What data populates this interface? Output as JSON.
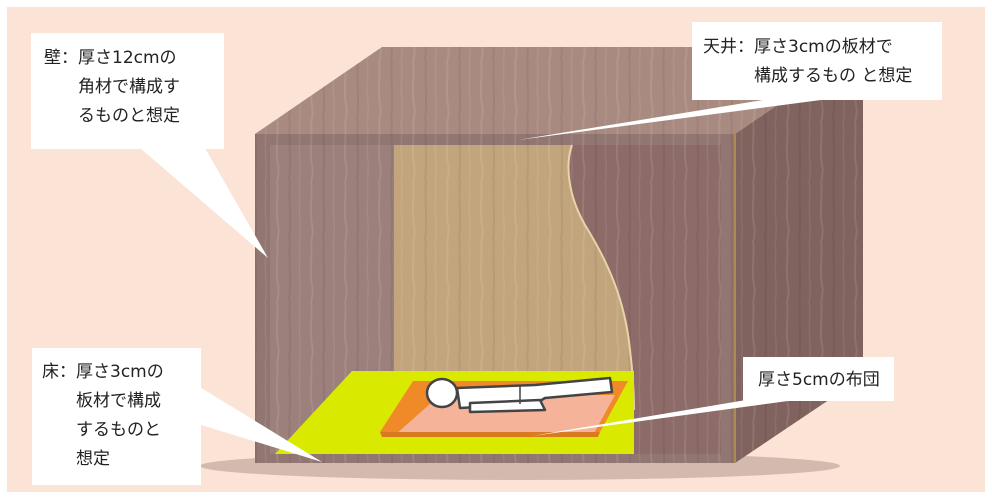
{
  "colors": {
    "background": "#fbe3d6",
    "box_outer": "#927672",
    "box_top": "#a88a80",
    "box_side": "#80625e",
    "inner_back": "#8c6b68",
    "inner_left_wall": "#9b807b",
    "curtain": "#c2a57c",
    "floor": "#d9ea00",
    "futon_mattress": "#f08a28",
    "futon_blanket": "#f5b39a",
    "callout_fill": "#ffffff",
    "text": "#222222"
  },
  "callouts": {
    "wall": {
      "lines": [
        "壁：厚さ12cmの",
        "　　角材で構成す",
        "　　るものと想定"
      ]
    },
    "ceiling": {
      "lines": [
        "天井：厚さ3cmの板材で",
        "　　　構成するもの と想定"
      ]
    },
    "floor": {
      "lines": [
        "床：厚さ3cmの",
        "　　板材で構成",
        "　　するものと",
        "　　想定"
      ]
    },
    "futon": {
      "lines": [
        "厚さ5cmの布団"
      ]
    }
  },
  "icons": {
    "person": "lying-person-icon"
  }
}
